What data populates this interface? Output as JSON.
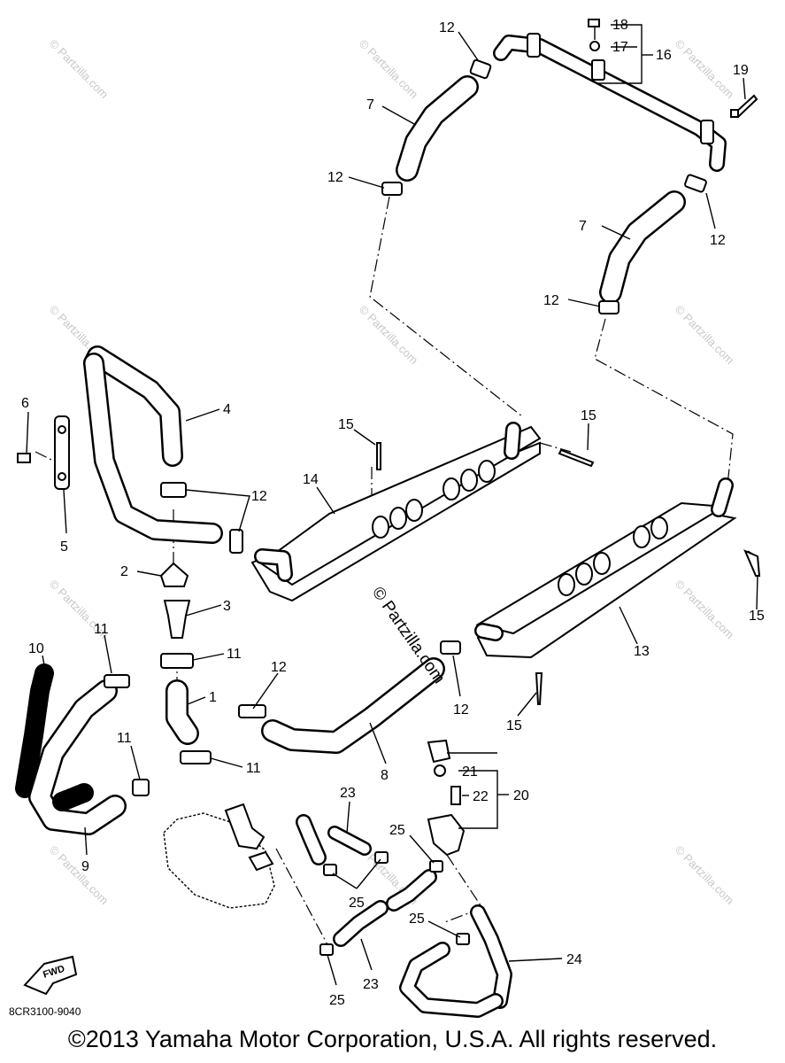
{
  "diagram_code": "8CR3100-9040",
  "copyright": "©2013 Yamaha Motor Corporation, U.S.A. All rights reserved.",
  "watermark": "© Partzilla.com",
  "fwd_label": "FWD",
  "labels": {
    "l1": "1",
    "l2": "2",
    "l3": "3",
    "l4": "4",
    "l5": "5",
    "l6": "6",
    "l7a": "7",
    "l7b": "7",
    "l8": "8",
    "l9": "9",
    "l10": "10",
    "l11a": "11",
    "l11b": "11",
    "l11c": "11",
    "l11d": "11",
    "l12a": "12",
    "l12b": "12",
    "l12c": "12",
    "l12d": "12",
    "l12e": "12",
    "l12f": "12",
    "l12g": "12",
    "l13": "13",
    "l14": "14",
    "l15a": "15",
    "l15b": "15",
    "l15c": "15",
    "l15d": "15",
    "l16": "16",
    "l17": "17",
    "l18": "18",
    "l19": "19",
    "l20": "20",
    "l21": "21",
    "l22": "22",
    "l23a": "23",
    "l23b": "23",
    "l24": "24",
    "l25a": "25",
    "l25b": "25",
    "l25c": "25",
    "l25d": "25"
  }
}
